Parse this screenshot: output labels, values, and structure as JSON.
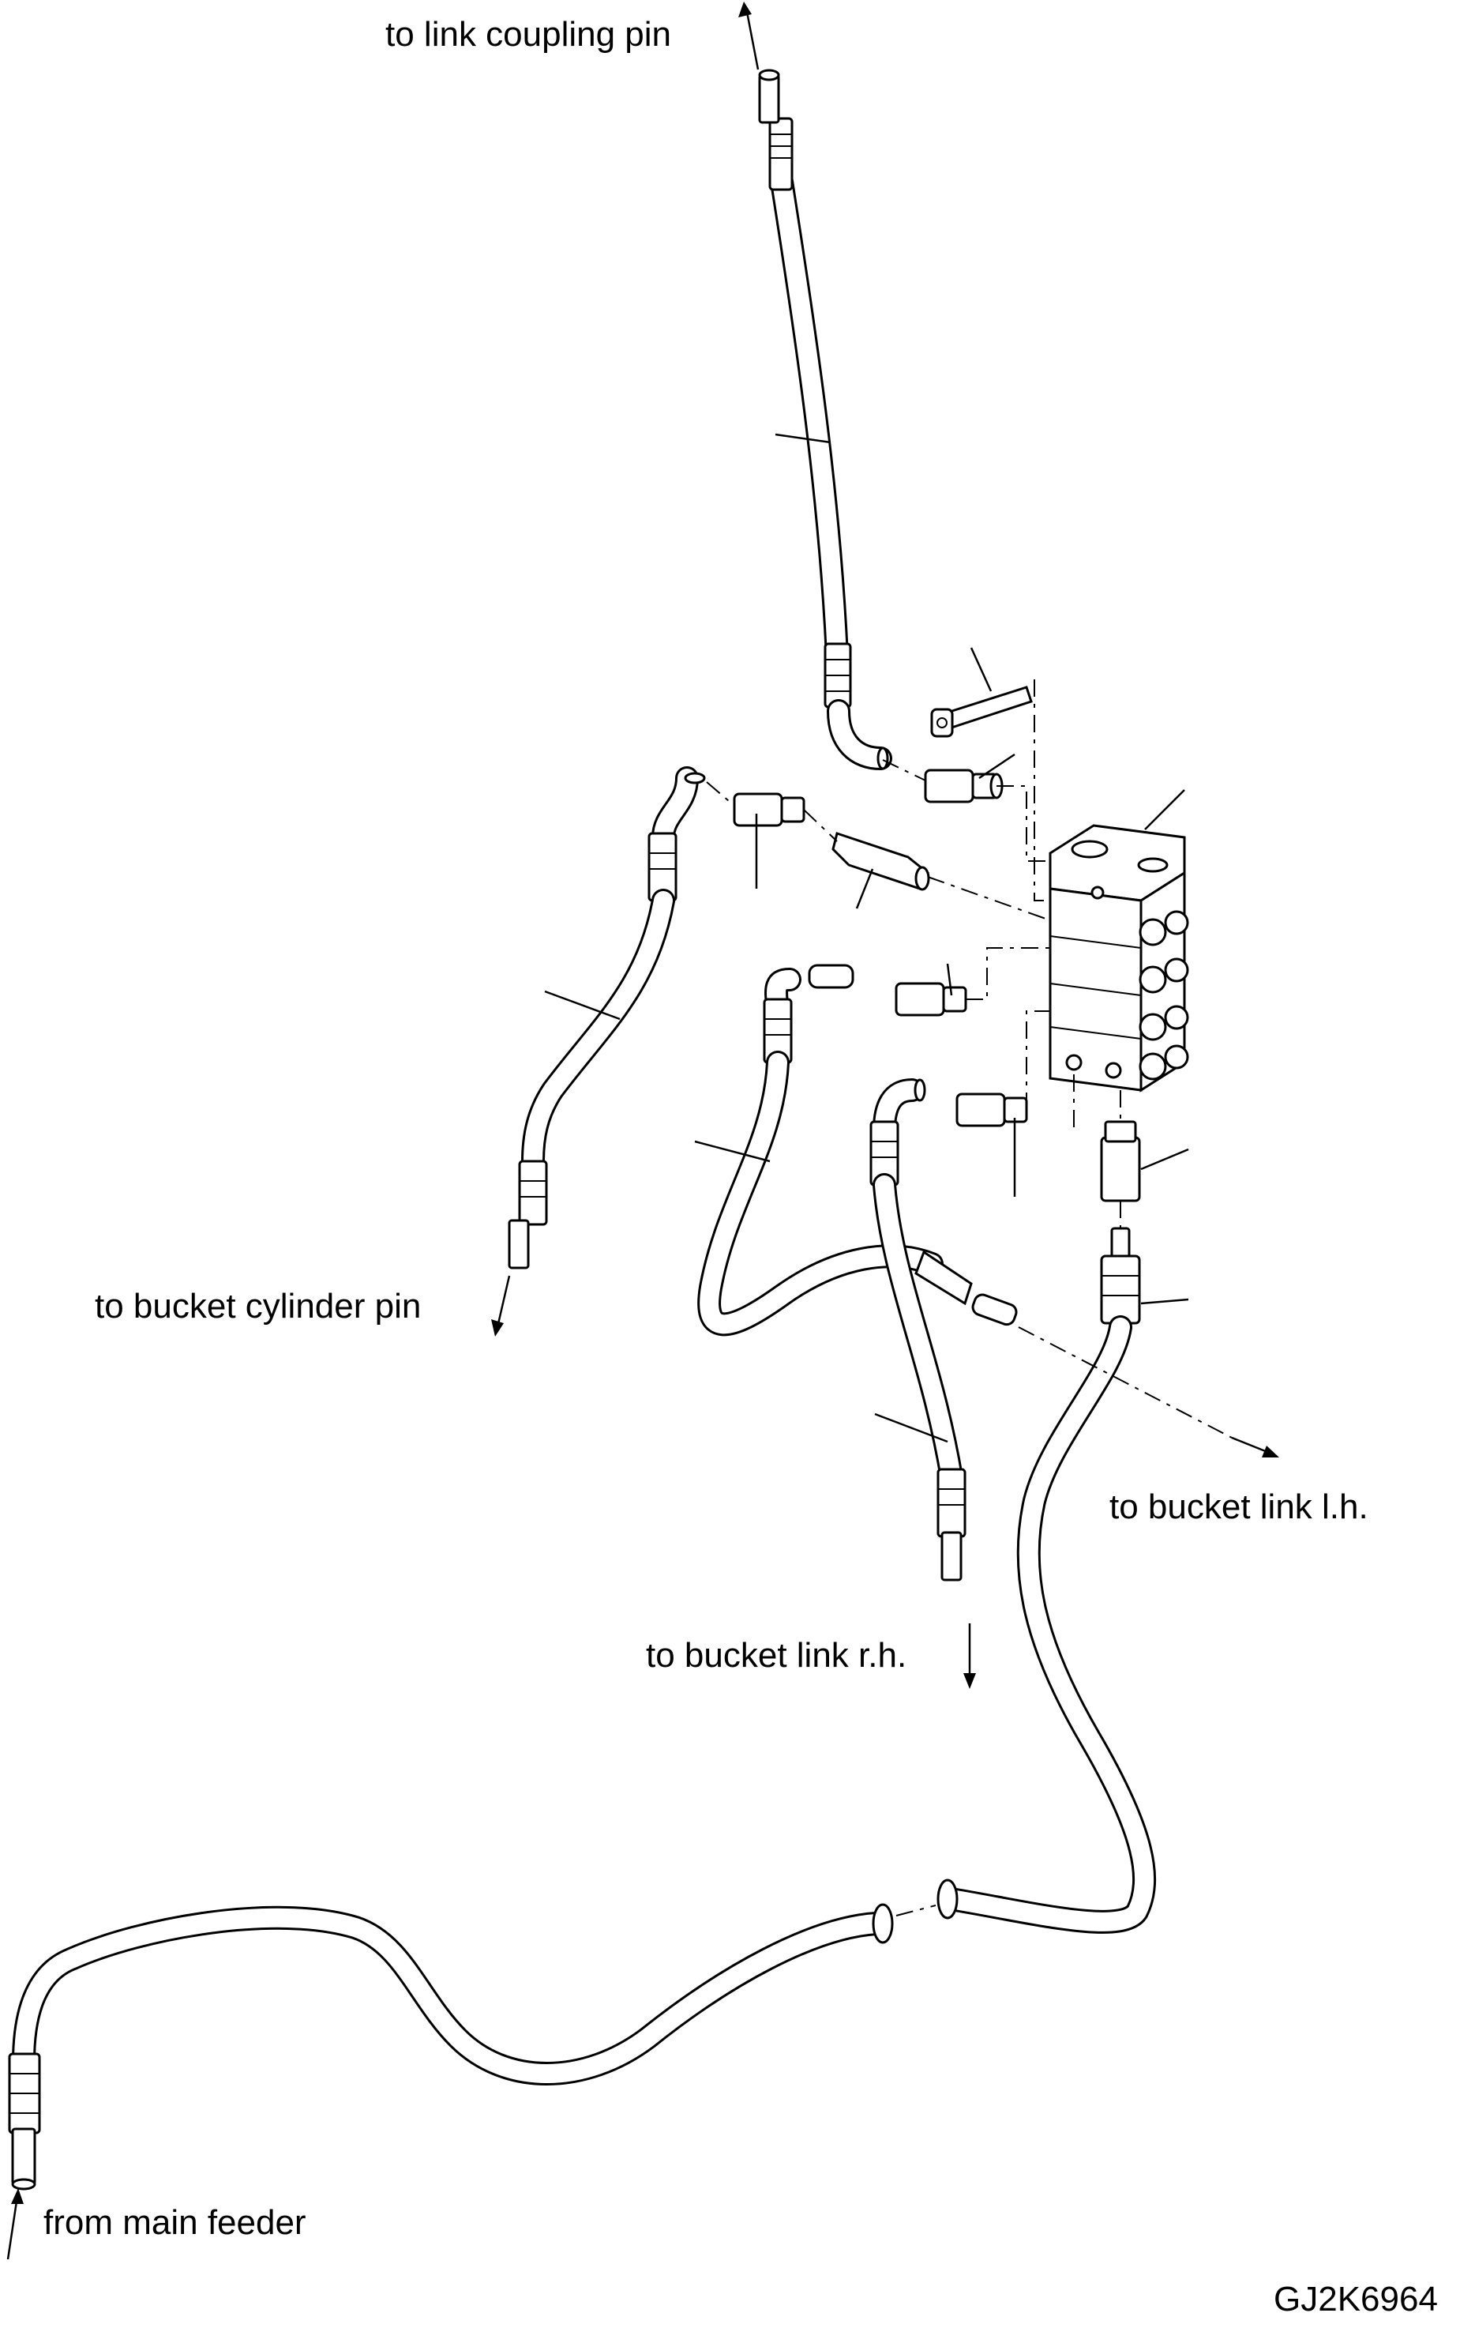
{
  "labels": {
    "link_coupling": "to link coupling pin",
    "bucket_cylinder": "to bucket cylinder pin",
    "bucket_link_lh": "to bucket link l.h.",
    "bucket_link_rh": "to bucket link r.h.",
    "main_feeder": "from main feeder"
  },
  "drawing_code": "GJ2K6964"
}
